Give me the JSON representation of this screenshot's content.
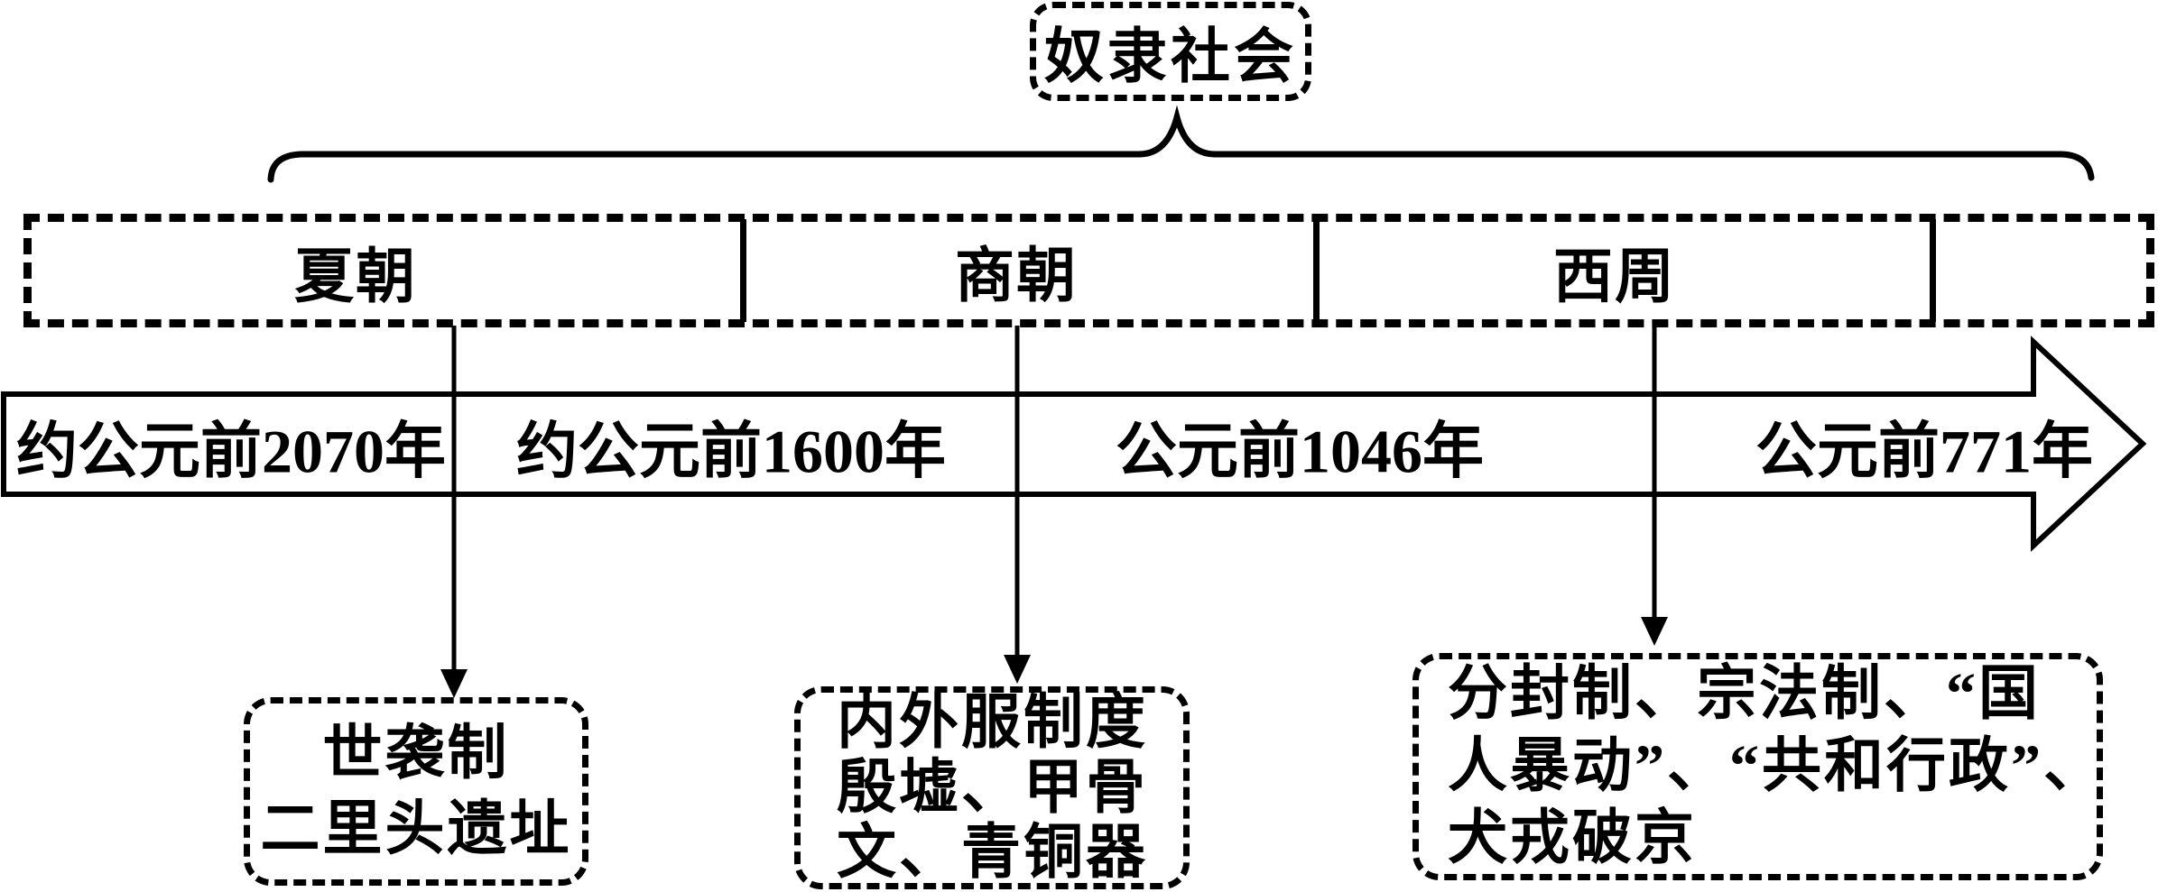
{
  "diagram": {
    "era_label": "奴隶社会",
    "dynasty_row": {
      "periods": [
        "夏朝",
        "商朝",
        "西周"
      ]
    },
    "timeline": {
      "dates": [
        "约公元前2070年",
        "约公元前1600年",
        "公元前1046年",
        "公元前771年"
      ]
    },
    "annotations": {
      "xia": {
        "lines": [
          "世袭制",
          "二里头遗址"
        ]
      },
      "shang": {
        "lines": [
          "内外服制度",
          "殷墟、甲骨",
          "文、青铜器"
        ]
      },
      "western_zhou": {
        "lines": [
          "分封制、宗法制、“国",
          "人暴动”、“共和行政”、",
          "犬戎破京"
        ]
      }
    },
    "colors": {
      "ink": "#000000",
      "background": "#ffffff"
    }
  }
}
